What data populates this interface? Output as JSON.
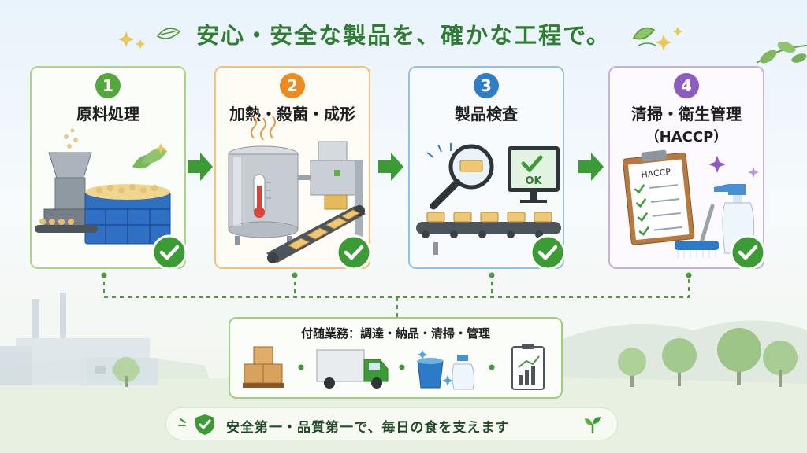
{
  "title": "安心・安全な製品を、確かな工程で。",
  "steps": [
    {
      "num": "1",
      "title": "原料処理",
      "sub": ""
    },
    {
      "num": "2",
      "title": "加熱・殺菌・成形",
      "sub": ""
    },
    {
      "num": "3",
      "title": "製品検査",
      "sub": "",
      "monitor_text": "OK"
    },
    {
      "num": "4",
      "title": "清掃・衛生管理",
      "sub": "（HACCP）",
      "clipboard_text": "HACCP"
    }
  ],
  "support": {
    "title": "付随業務：調達・納品・清掃・管理",
    "icons": [
      "boxes-icon",
      "truck-icon",
      "bucket-spray-icon",
      "report-chart-icon"
    ]
  },
  "motto": "安全第一・品質第一で、毎日の食を支えます",
  "colors": {
    "green": "#53a83c",
    "orange": "#ec8b1f",
    "blue": "#2f7dc6",
    "purple": "#8d5cc0",
    "title_green": "#2f7d32"
  }
}
